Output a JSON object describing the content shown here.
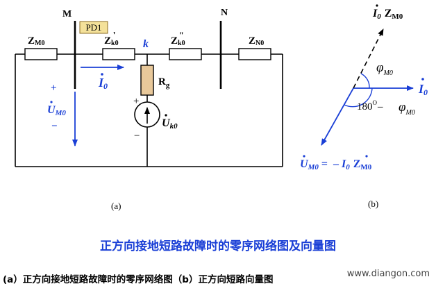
{
  "circuit": {
    "label_a": "(a)",
    "node_m": "M",
    "node_n": "N",
    "node_k": "k",
    "pd_label": "PD1",
    "z_m0": {
      "base": "Z",
      "sub": "M0"
    },
    "z_k0a": {
      "base": "Z",
      "sub": "k0",
      "mark": "'"
    },
    "z_k0b": {
      "base": "Z",
      "sub": "k0",
      "mark": "\""
    },
    "z_n0": {
      "base": "Z",
      "sub": "N0"
    },
    "rg": {
      "base": "R",
      "sub": "g"
    },
    "plus1": "+",
    "minus1": "−",
    "plus2": "+",
    "minus2": "−",
    "i0": {
      "base": "I",
      "sub": "0"
    },
    "um0": {
      "base": "U",
      "sub": "M0"
    },
    "uk0": {
      "base": "U",
      "sub": "k0"
    }
  },
  "vector": {
    "label_b": "(b)",
    "i0_top": {
      "base": "I",
      "sub": "0",
      "z": "Z",
      "zsub": "M0"
    },
    "i0_right": {
      "base": "I",
      "sub": "0"
    },
    "phi_top": {
      "sym": "φ",
      "sub": "M0"
    },
    "angle_text": "180",
    "angle_deg": "O",
    "angle_dash": "–",
    "phi_bottom": {
      "sym": "φ",
      "sub": "M0"
    },
    "eq": {
      "u": "U",
      "usub": "M0",
      "eq": " = ",
      "neg": "–",
      "i": "I",
      "isub": "0",
      "z": "Z",
      "zsub": "M0"
    }
  },
  "captions": {
    "main": "正方向接地短路故障时的零序网络图及向量图",
    "sub": "(a）正方向接地短路故障时的零序网络图（b）正方向短路向量图",
    "watermark": "www.diangon.com"
  },
  "colors": {
    "blue": "#1a3fd6",
    "resistor_fill": "#e8c89a",
    "pd_fill": "#f4e19a"
  }
}
